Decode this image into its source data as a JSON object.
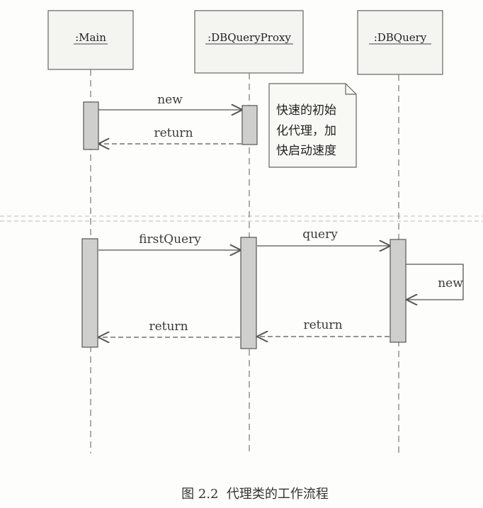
{
  "diagram": {
    "objects": [
      {
        "id": "main",
        "label": ":Main"
      },
      {
        "id": "proxy",
        "label": ":DBQueryProxy"
      },
      {
        "id": "db",
        "label": ":DBQuery"
      }
    ],
    "messages": [
      {
        "label": "new",
        "kind": "call"
      },
      {
        "label": "return",
        "kind": "return"
      },
      {
        "label": "firstQuery",
        "kind": "call"
      },
      {
        "label": "query",
        "kind": "call"
      },
      {
        "label": "new",
        "kind": "self"
      },
      {
        "label": "return",
        "kind": "return"
      },
      {
        "label": "return",
        "kind": "return"
      }
    ],
    "note": {
      "lines": [
        "快速的初始",
        "化代理，加",
        "快启动速度"
      ]
    },
    "caption": "图 2.2  代理类的工作流程"
  }
}
